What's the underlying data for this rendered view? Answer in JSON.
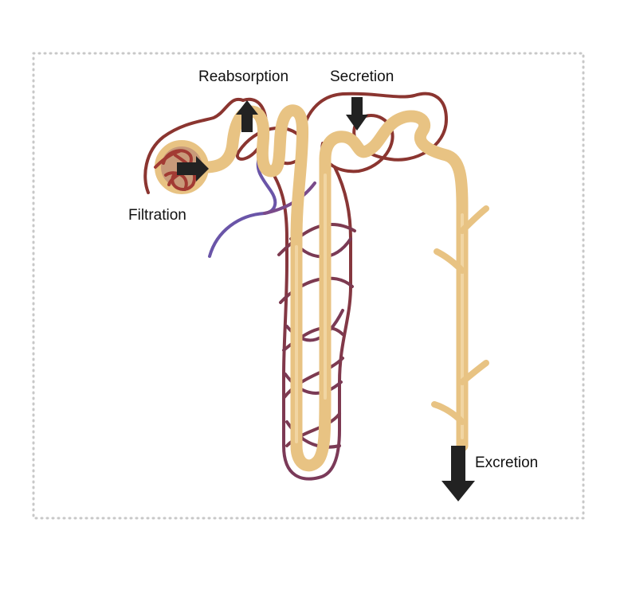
{
  "diagram": {
    "labels": {
      "filtration": "Filtration",
      "reabsorption": "Reabsorption",
      "secretion": "Secretion",
      "excretion": "Excretion"
    },
    "colors": {
      "border": "#c8c8c8",
      "tubule": "#e8c383",
      "tubule_highlight": "#f1d5a2",
      "artery": "#8b3530",
      "mid_vessel": "#7a3a55",
      "vein": "#6a55a8",
      "arrow": "#222222",
      "glomerulus": "#a23a33"
    }
  }
}
